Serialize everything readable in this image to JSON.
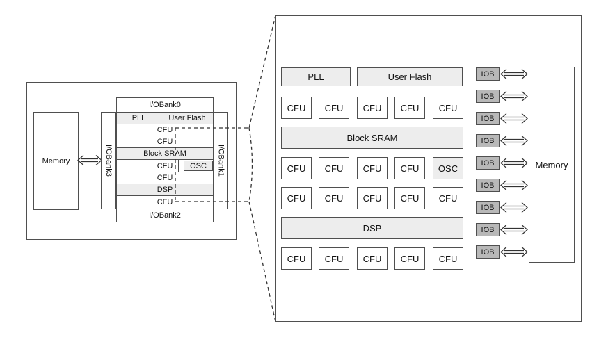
{
  "diagram": {
    "title": "FPGA architecture block diagram (overview with magnified core view)",
    "colors": {
      "background": "#ffffff",
      "border": "#4f4f4f",
      "block_fill_light": "#ededed",
      "iob_fill": "#b8b8b8",
      "dash_line": "#333333",
      "text": "#111111"
    }
  },
  "left": {
    "memory": "Memory",
    "iobank0": "I/OBank0",
    "iobank1": "I/OBank1",
    "iobank2": "I/OBank2",
    "iobank3": "I/OBank3",
    "core_rows": {
      "pll": "PLL",
      "user_flash": "User Flash",
      "cfu_1": "CFU",
      "cfu_2": "CFU",
      "block_sram": "Block SRAM",
      "cfu_3": "CFU",
      "osc": "OSC",
      "cfu_4": "CFU",
      "dsp": "DSP",
      "cfu_5": "CFU"
    }
  },
  "right": {
    "pll": "PLL",
    "user_flash": "User Flash",
    "cfu_row1": [
      "CFU",
      "CFU",
      "CFU",
      "CFU",
      "CFU"
    ],
    "block_sram": "Block SRAM",
    "cfu_row2": [
      "CFU",
      "CFU",
      "CFU",
      "CFU"
    ],
    "osc": "OSC",
    "cfu_row3": [
      "CFU",
      "CFU",
      "CFU",
      "CFU",
      "CFU"
    ],
    "dsp": "DSP",
    "cfu_row4": [
      "CFU",
      "CFU",
      "CFU",
      "CFU",
      "CFU"
    ],
    "iobs": [
      "IOB",
      "IOB",
      "IOB",
      "IOB",
      "IOB",
      "IOB",
      "IOB",
      "IOB",
      "IOB"
    ],
    "memory": "Memory"
  }
}
